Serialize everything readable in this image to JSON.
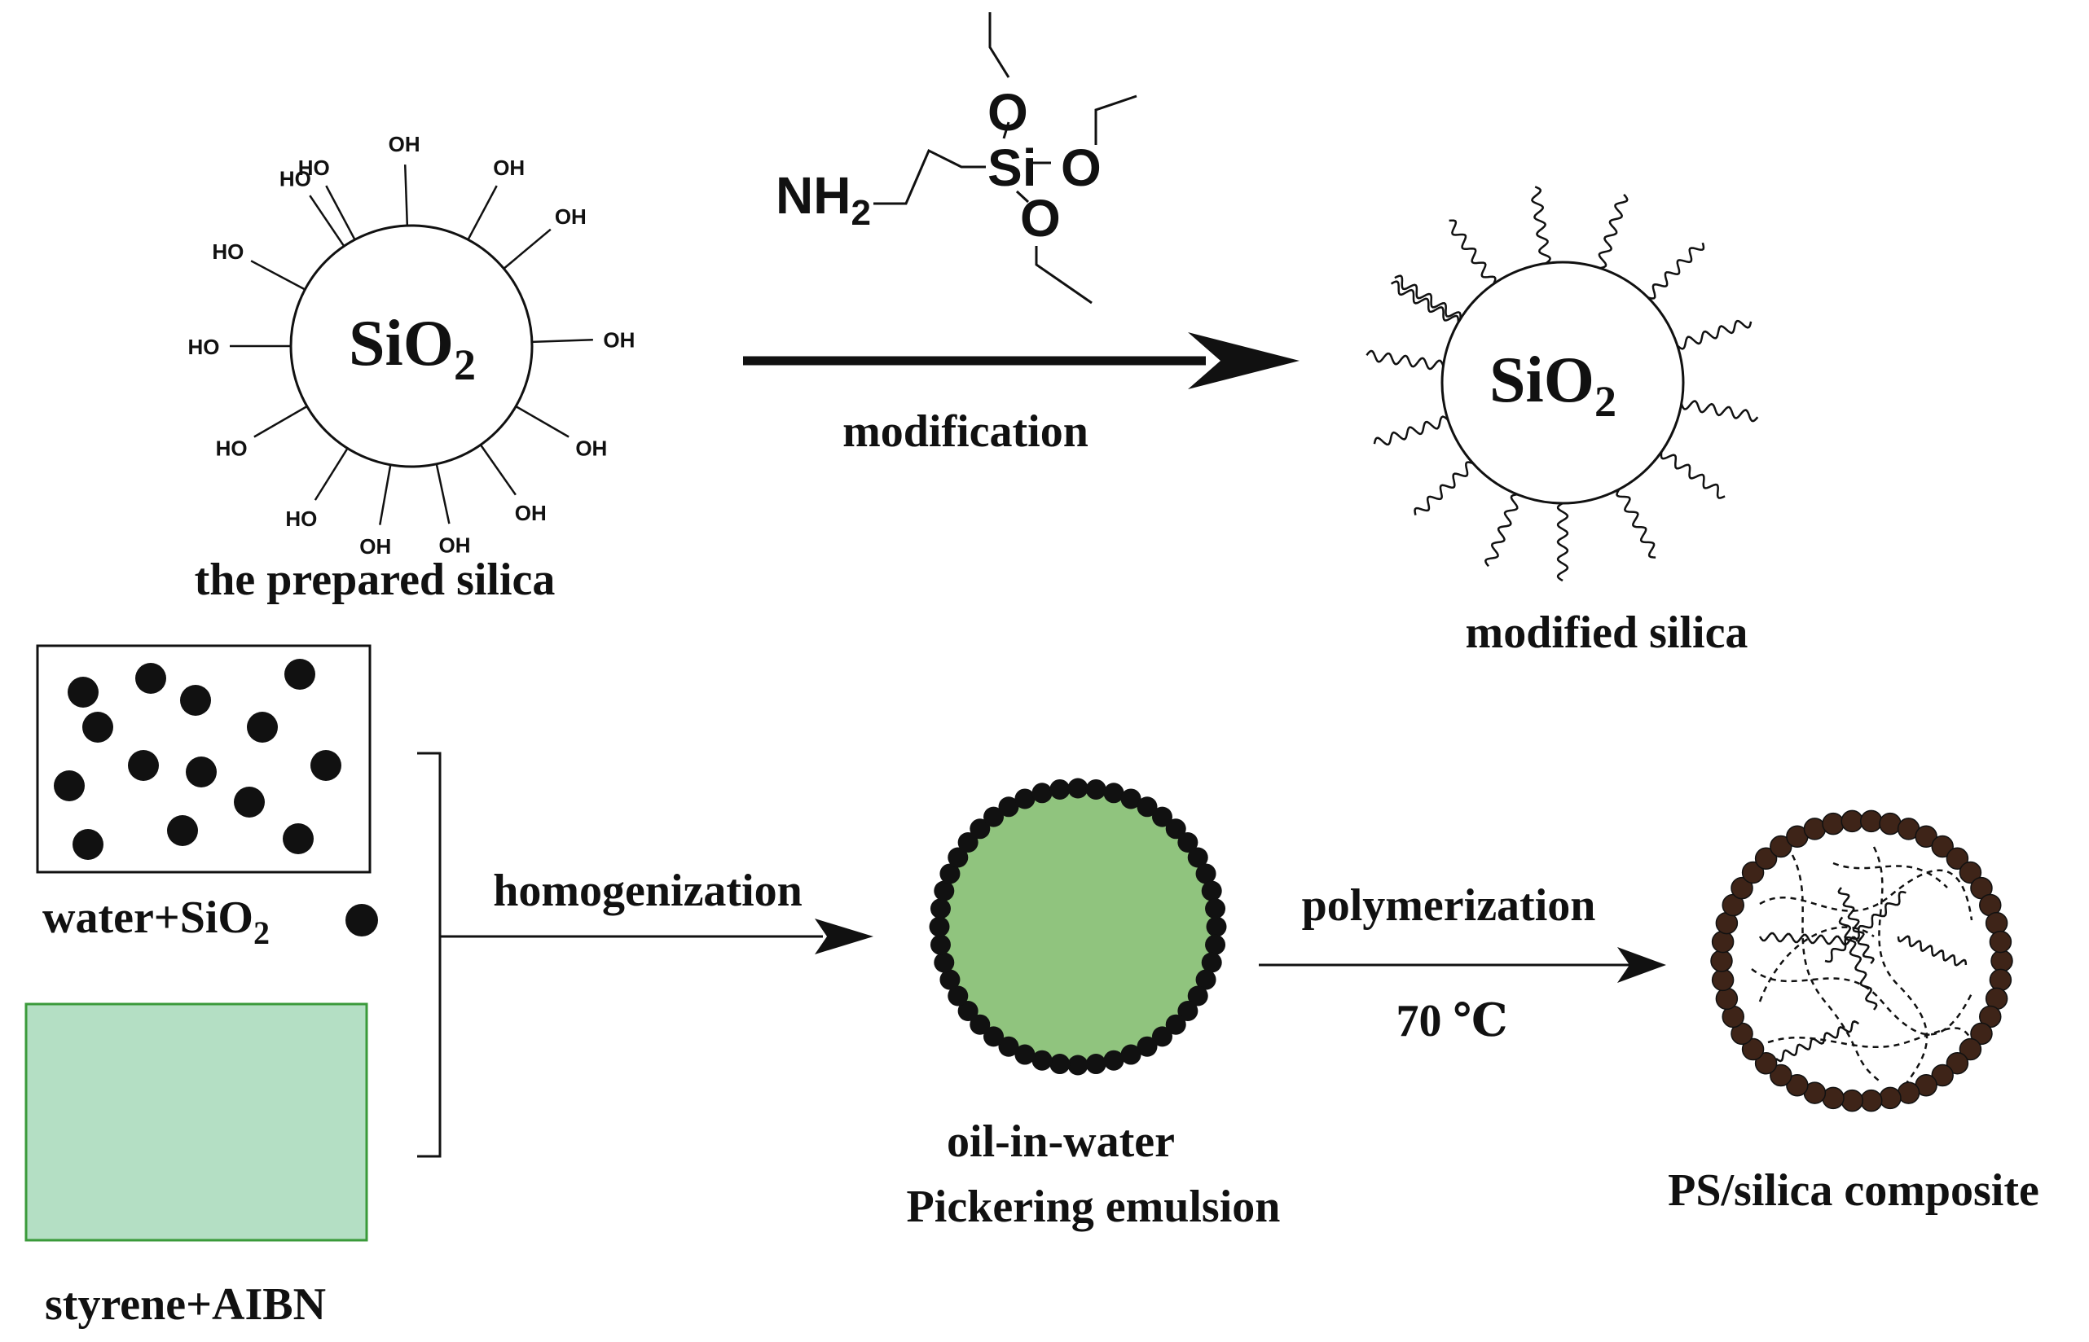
{
  "hydroxyl": "OH",
  "hydroxyl_rev": "HO",
  "silica_label": {
    "main": "SiO",
    "sub": "2"
  },
  "reagent": {
    "amine": "NH",
    "amine_sub": "2",
    "silicon": "Si",
    "oxygen": "O"
  },
  "labels": {
    "prepared_silica": "the prepared silica",
    "modification": "modification",
    "modified_silica": "modified silica",
    "water_sio2_main": "water+SiO",
    "water_sio2_sub": "2",
    "styrene_aibn": "styrene+AIBN",
    "homogenization": "homogenization",
    "emulsion_line1": "oil-in-water",
    "emulsion_line2": "Pickering emulsion",
    "polymerization": "polymerization",
    "temperature": "70 ℃",
    "composite": "PS/silica composite"
  },
  "colors": {
    "ink": "#111111",
    "styrene_fill": "#b4dfc4",
    "styrene_border": "#3a9a3a",
    "emulsion_core": "#90c47e",
    "composite_bead": "#3e2418"
  }
}
